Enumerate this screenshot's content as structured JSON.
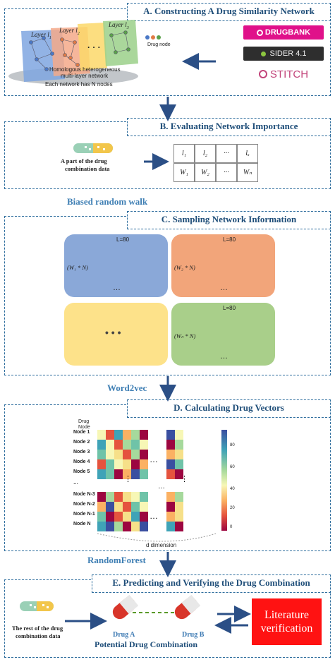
{
  "panels": {
    "a": {
      "title": "A. Constructing A Drug Similarity Network"
    },
    "b": {
      "title": "B. Evaluating Network Importance"
    },
    "c": {
      "title": "C. Sampling Network Information"
    },
    "d": {
      "title": "D. Calculating Drug Vectors"
    },
    "e": {
      "title": "E. Predicting and Verifying the Drug Combination"
    }
  },
  "between": {
    "biased": "Biased random walk",
    "word2vec": "Word2vec",
    "rf": "RandomForest"
  },
  "panel_a": {
    "layer1": "Layer l",
    "layer2": "Layer l",
    "layer3": "Layer l",
    "dots": "· · ·",
    "multi_line1": "Homologous heterogeneous",
    "multi_line2": "multi-layer network",
    "each_network": "Each network has N nodes",
    "drug_node": "Drug node",
    "logos": [
      "DRUGBANK",
      "SIDER 4.1",
      "STITCH"
    ]
  },
  "panel_b": {
    "caption_line1": "A part of the drug",
    "caption_line2": "combination data",
    "table_row1": [
      "l₁",
      "l₂",
      "···",
      "lₓ"
    ],
    "table_row2": [
      "W₁",
      "W₂",
      "···",
      "Wₙ"
    ]
  },
  "panel_c": {
    "l1": "L=80",
    "l2": "L=80",
    "l4": "L=80",
    "w1": "(W₁ * N)",
    "w2": "(W₂ * N)",
    "wn": "(Wₙ * N)",
    "ellipsis": "…",
    "yellow_dots": "• • •",
    "colors": {
      "blue": "#8aa8d8",
      "orange": "#f2a57a",
      "yellow": "#fde28a",
      "green": "#a9cf8a"
    }
  },
  "panel_d": {
    "header": [
      "Drug",
      "Node"
    ],
    "nodes": [
      "Node 1",
      "Node 2",
      "Node 3",
      "Node 4",
      "Node 5",
      "…",
      "Node N-3",
      "Node N-2",
      "Node N-1",
      "Node N"
    ],
    "colorbar_ticks": [
      "80",
      "60",
      "40",
      "20",
      "0"
    ],
    "d_dimension": "d dimension"
  },
  "panel_e": {
    "caption_line1": "The rest of  the drug",
    "caption_line2": "combination data",
    "drug_a": "Drug A",
    "drug_b": "Drug B",
    "potential": "Potential Drug Combination",
    "lit_line1": "Literature",
    "lit_line2": "verification"
  }
}
